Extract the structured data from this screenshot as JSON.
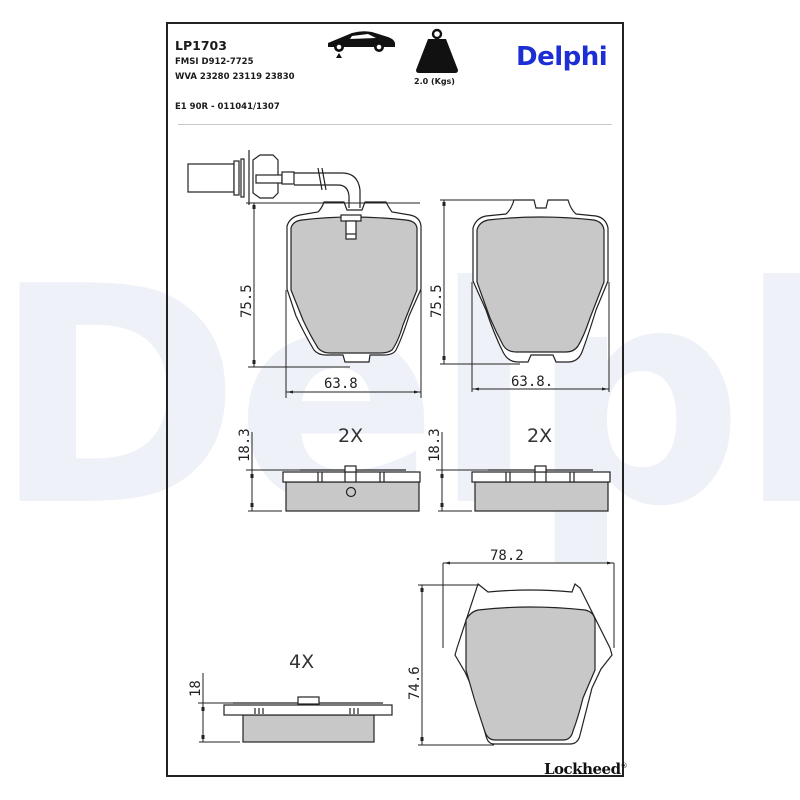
{
  "header": {
    "part_number": "LP1703",
    "fmsi": "FMSI D912-7725",
    "wva": "WVA 23280 23119 23830",
    "approval": "E1 90R - 011041/1307",
    "axle_icon": "car-front-axle-icon",
    "weight_icon": "weight-icon",
    "weight": "2.0 (Kgs)",
    "brand": "Delphi"
  },
  "watermark": {
    "text": "Delphi",
    "color": "#eef1f7"
  },
  "colors": {
    "brand_blue": "#1d2fd4",
    "pad_fill": "#c8c8c8",
    "line": "#222222",
    "frame": "#222222"
  },
  "drawings": {
    "pad_with_sensor": {
      "height": "75.5",
      "width": "63.8",
      "has_wear_sensor": true
    },
    "pad_without_sensor": {
      "height": "75.5",
      "width": "63.8."
    },
    "side_view_1": {
      "thickness": "18.3",
      "quantity": "2X"
    },
    "side_view_2": {
      "thickness": "18.3",
      "quantity": "2X"
    },
    "rear_pad_side": {
      "thickness": "18",
      "quantity": "4X"
    },
    "rear_pad": {
      "height": "74.6",
      "width": "78.2"
    }
  },
  "footer": {
    "brand": "Lockheed",
    "registered": "®"
  }
}
